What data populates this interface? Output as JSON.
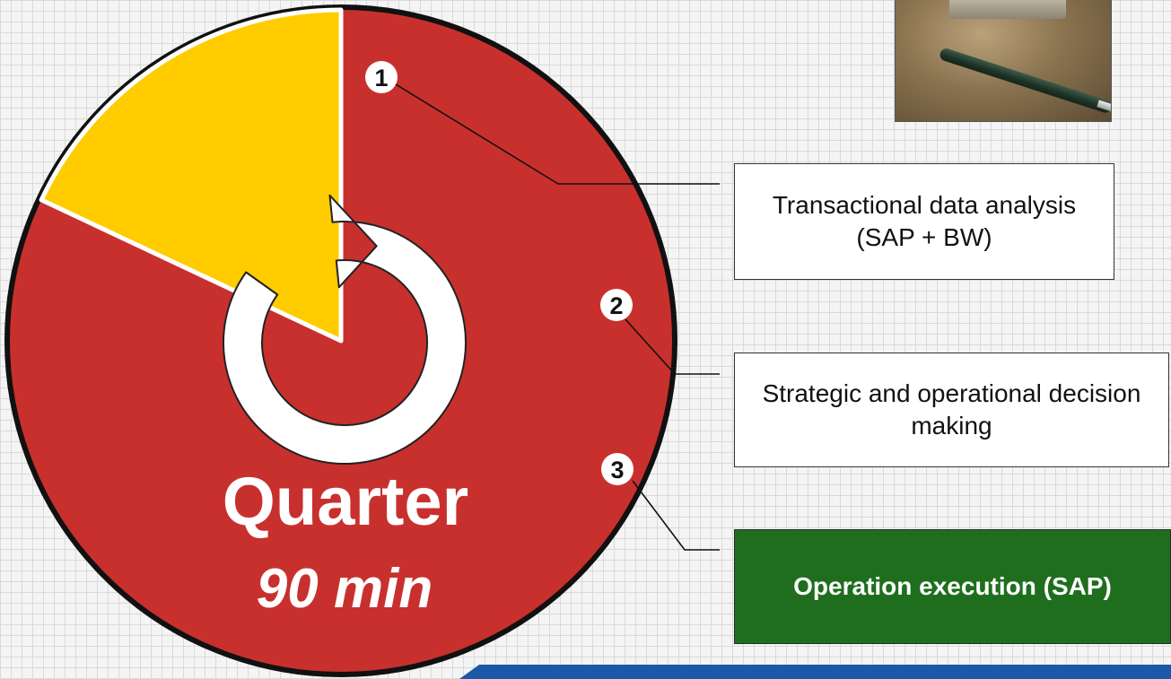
{
  "cycle": {
    "title": "Quarter",
    "duration": "90 min",
    "highlight_fraction": 0.18,
    "colors": {
      "main": "#c8302e",
      "highlight": "#ffcc00",
      "ring": "#ffffff"
    }
  },
  "markers": [
    {
      "number": "1"
    },
    {
      "number": "2"
    },
    {
      "number": "3"
    }
  ],
  "labels": {
    "transactional": "Transactional data analysis (SAP + BW)",
    "strategic": "Strategic and operational decision making",
    "execution": "Operation execution (SAP)"
  },
  "colors": {
    "execution_box": "#1e6e1e",
    "footer_band": "#1c58a6"
  }
}
